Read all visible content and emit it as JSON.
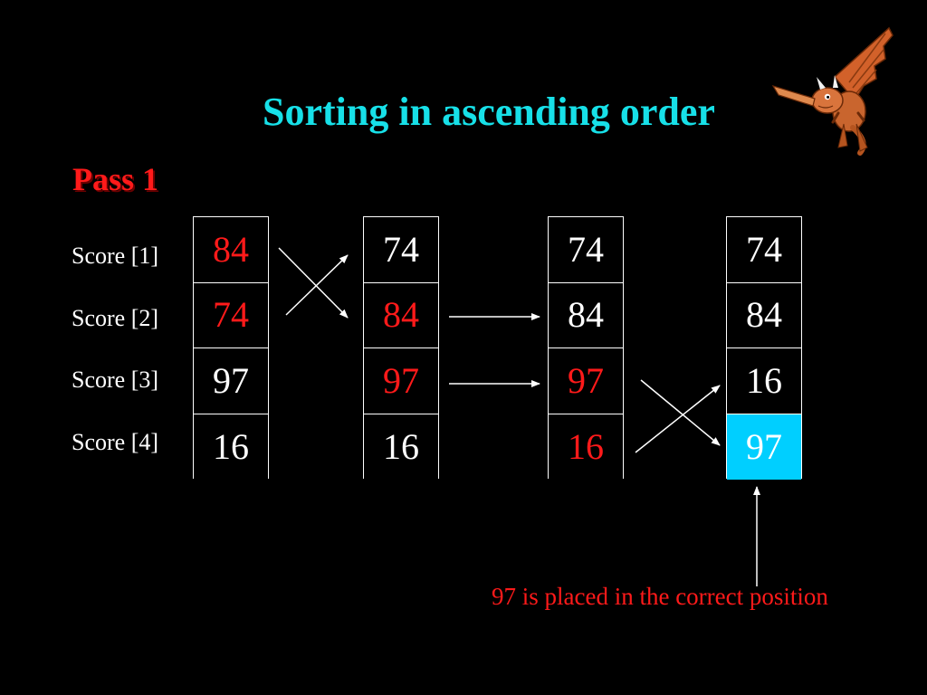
{
  "title": "Sorting in ascending order",
  "pass_label": "Pass 1",
  "row_labels": [
    "Score [1]",
    "Score [2]",
    "Score [3]",
    "Score [4]"
  ],
  "colors": {
    "background": "#000000",
    "title": "#17e0e8",
    "highlight_text": "#ff1a1a",
    "normal_text": "#ffffff",
    "sorted_cell_bg": "#00cfff"
  },
  "steps": [
    {
      "values": [
        "84",
        "74",
        "97",
        "16"
      ],
      "highlighted": [
        0,
        1
      ],
      "sorted": []
    },
    {
      "values": [
        "74",
        "84",
        "97",
        "16"
      ],
      "highlighted": [
        1,
        2
      ],
      "sorted": []
    },
    {
      "values": [
        "74",
        "84",
        "97",
        "16"
      ],
      "highlighted": [
        2,
        3
      ],
      "sorted": []
    },
    {
      "values": [
        "74",
        "84",
        "16",
        "97"
      ],
      "highlighted": [],
      "sorted": [
        3
      ]
    }
  ],
  "transitions": [
    {
      "from_step": 1,
      "to_step": 2,
      "kind": "swap",
      "rows": [
        1,
        2
      ]
    },
    {
      "from_step": 2,
      "to_step": 3,
      "kind": "no-swap",
      "rows": [
        2,
        3
      ]
    },
    {
      "from_step": 3,
      "to_step": 4,
      "kind": "swap",
      "rows": [
        3,
        4
      ]
    }
  ],
  "note": "97 is placed in the correct position",
  "decoration": {
    "icon": "dragon-icon"
  }
}
